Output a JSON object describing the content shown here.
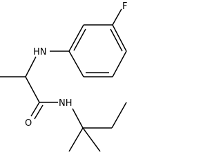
{
  "structure": {
    "atom_labels": {
      "fluorine": "F",
      "amine_nh": "HN",
      "carbonyl_oxygen": "O",
      "amide_nh": "NH"
    }
  }
}
